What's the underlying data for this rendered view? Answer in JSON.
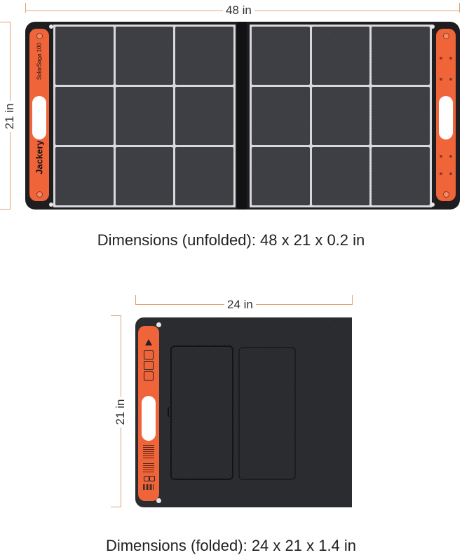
{
  "unfolded": {
    "width_label": "48 in",
    "height_label": "21 in",
    "brand": "Jackery",
    "model": "SolarSaga 100",
    "caption": "Dimensions (unfolded): 48 x 21 x 0.2 in"
  },
  "folded": {
    "width_label": "24 in",
    "height_label": "21 in",
    "caption": "Dimensions (folded): 24 x 21 x 1.4 in"
  },
  "colors": {
    "accent": "#f0643a",
    "panel": "#1e1e20",
    "dimension_line": "#e0a27a"
  }
}
